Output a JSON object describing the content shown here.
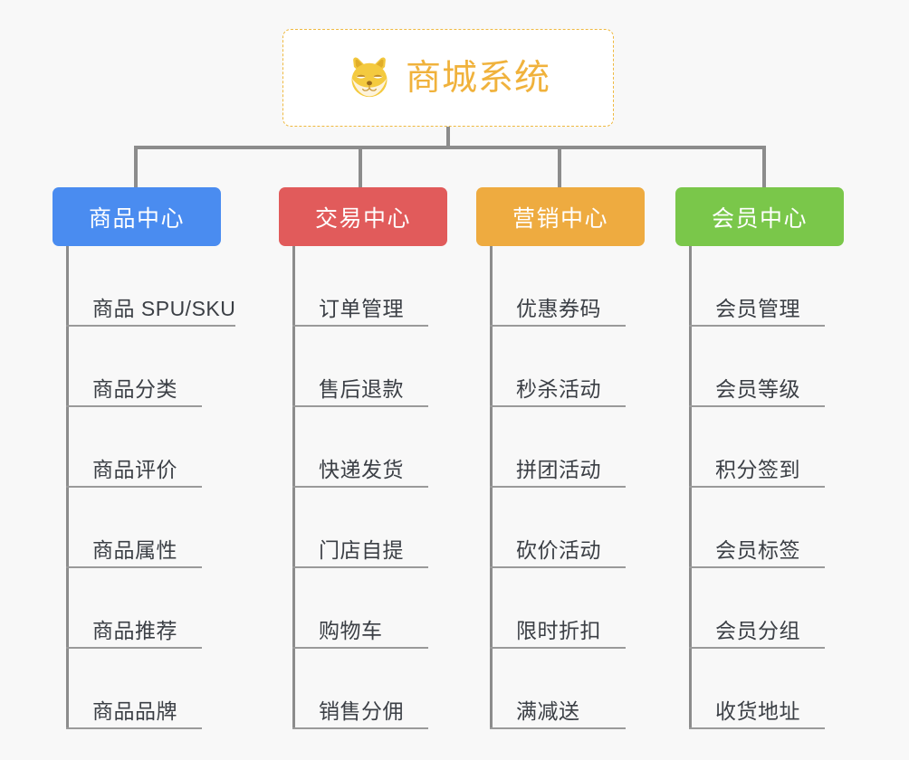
{
  "page": {
    "background_color": "#f8f8f8",
    "diagram_type": "organization-tree",
    "connector_color": "#8c8c8c",
    "leaf_text_color": "#3b3f45",
    "leaf_rule_color": "#9a9a9a"
  },
  "root": {
    "title": "商城系统",
    "icon": "shiba-inu-dog-face-emoji",
    "text_color": "#f0b23c",
    "border_color": "#efb940",
    "background_color": "#ffffff",
    "border_style": "dashed"
  },
  "branches": [
    {
      "label": "商品中心",
      "color": "#4a8cf0",
      "items": [
        "商品 SPU/SKU",
        "商品分类",
        "商品评价",
        "商品属性",
        "商品推荐",
        "商品品牌"
      ]
    },
    {
      "label": "交易中心",
      "color": "#e15b5b",
      "items": [
        "订单管理",
        "售后退款",
        "快递发货",
        "门店自提",
        "购物车",
        "销售分佣"
      ]
    },
    {
      "label": "营销中心",
      "color": "#eeab40",
      "items": [
        "优惠券码",
        "秒杀活动",
        "拼团活动",
        "砍价活动",
        "限时折扣",
        "满减送"
      ]
    },
    {
      "label": "会员中心",
      "color": "#7ac74a",
      "items": [
        "会员管理",
        "会员等级",
        "积分签到",
        "会员标签",
        "会员分组",
        "收货地址"
      ]
    }
  ]
}
